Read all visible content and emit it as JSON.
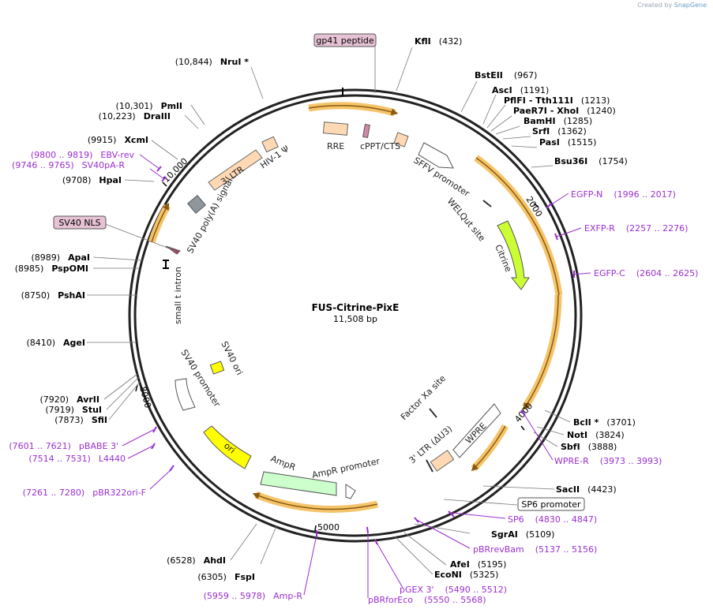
{
  "credit": {
    "prefix": "Created by",
    "brand": "SnapGene"
  },
  "plasmid": {
    "name": "FUS-Citrine-PixE",
    "length": "11,508 bp"
  },
  "ticks": [
    {
      "text": "2000"
    },
    {
      "text": "4000"
    },
    {
      "text": "5000"
    },
    {
      "text": "8000"
    },
    {
      "text": "10,000"
    }
  ],
  "enzymes": [
    {
      "name": "KflI",
      "pos": "(432)"
    },
    {
      "name": "BstEII",
      "pos": "(967)"
    },
    {
      "name": "AscI",
      "pos": "(1191)"
    },
    {
      "name": "PflFI",
      "pos": "- Tth111I",
      "extra": "(1213)"
    },
    {
      "name": "PaeR7I",
      "pos": "- XhoI",
      "extra": "(1240)"
    },
    {
      "name": "BamHI",
      "pos": "(1285)"
    },
    {
      "name": "SrfI",
      "pos": "(1362)"
    },
    {
      "name": "PasI",
      "pos": "(1515)"
    },
    {
      "name": "Bsu36I",
      "pos": "(1754)"
    },
    {
      "name": "BclI *",
      "pos": "(3701)"
    },
    {
      "name": "NotI",
      "pos": "(3824)"
    },
    {
      "name": "SbfI",
      "pos": "(3888)"
    },
    {
      "name": "SacII",
      "pos": "(4423)"
    },
    {
      "name": "SgrAI",
      "pos": "(5109)"
    },
    {
      "name": "AfeI",
      "pos": "(5195)"
    },
    {
      "name": "EcoNI",
      "pos": "(5325)"
    },
    {
      "name": "AhdI",
      "pos": "(6528)"
    },
    {
      "name": "FspI",
      "pos": "(6305)"
    },
    {
      "name": "SfiI",
      "pos": "(7873)"
    },
    {
      "name": "StuI",
      "pos": "(7919)"
    },
    {
      "name": "AvrII",
      "pos": "(7920)"
    },
    {
      "name": "AgeI",
      "pos": "(8410)"
    },
    {
      "name": "PshAI",
      "pos": "(8750)"
    },
    {
      "name": "PspOMI",
      "pos": "(8985)"
    },
    {
      "name": "ApaI",
      "pos": "(8989)"
    },
    {
      "name": "HpaI",
      "pos": "(9708)"
    },
    {
      "name": "XcmI",
      "pos": "(9915)"
    },
    {
      "name": "DraIII",
      "pos": "(10,223)"
    },
    {
      "name": "PmlI",
      "pos": "(10,301)"
    },
    {
      "name": "NruI *",
      "pos": "(10,844)"
    }
  ],
  "primers": [
    {
      "name": "EGFP-N",
      "pos": "(1996 .. 2017)"
    },
    {
      "name": "EXFP-R",
      "pos": "(2257 .. 2276)"
    },
    {
      "name": "EGFP-C",
      "pos": "(2604 .. 2625)"
    },
    {
      "name": "WPRE-R",
      "pos": "(3973 .. 3993)"
    },
    {
      "name": "SP6",
      "pos": "(4830 .. 4847)"
    },
    {
      "name": "pBRrevBam",
      "pos": "(5137 .. 5156)"
    },
    {
      "name": "pGEX 3'",
      "pos": "(5490 .. 5512)"
    },
    {
      "name": "pBRforEco",
      "pos": "(5550 .. 5568)"
    },
    {
      "name": "Amp-R",
      "pos": "(5959 .. 5978)"
    },
    {
      "name": "pBR322ori-F",
      "pos": "(7261 .. 7280)"
    },
    {
      "name": "L4440",
      "pos": "(7514 .. 7531)"
    },
    {
      "name": "pBABE 3'",
      "pos": "(7601 .. 7621)"
    },
    {
      "name": "SV40pA-R",
      "pos": "(9746 .. 9765)"
    },
    {
      "name": "EBV-rev",
      "pos": "(9800 .. 9819)"
    }
  ],
  "boxed_labels": {
    "gp41": "gp41 peptide",
    "sv40nls": "SV40 NLS",
    "sp6promoter": "SP6 promoter"
  },
  "features": {
    "rre": "RRE",
    "cppt": "cPPT/CTS",
    "sffv": "SFFV promoter",
    "welqut": "WELQut site",
    "citrine": "Citrine",
    "factorxa": "Factor Xa site",
    "wpre": "WPRE",
    "ltr3": "3' LTR (ΔU3)",
    "ampr": "AmpR",
    "ampr_promoter": "AmpR promoter",
    "ori": "ori",
    "sv40_promoter": "SV40 promoter",
    "sv40_ori": "SV40 ori",
    "small_t": "small t intron",
    "sv40_polya": "SV40 poly(A) signal",
    "ltr5": "3' LTR",
    "hiv": "HIV-1 Ψ"
  },
  "colors": {
    "backbone": "#222222",
    "orf_arrow": "#f0b040",
    "orf_arrow_stroke": "#8a5a10",
    "citrine": "#ccff33",
    "ori": "#ffff00",
    "ampr": "#ccffcc",
    "ltr": "#ffd9b3",
    "primer": "#9a2fd0",
    "boxed": "#e7c2d4"
  }
}
